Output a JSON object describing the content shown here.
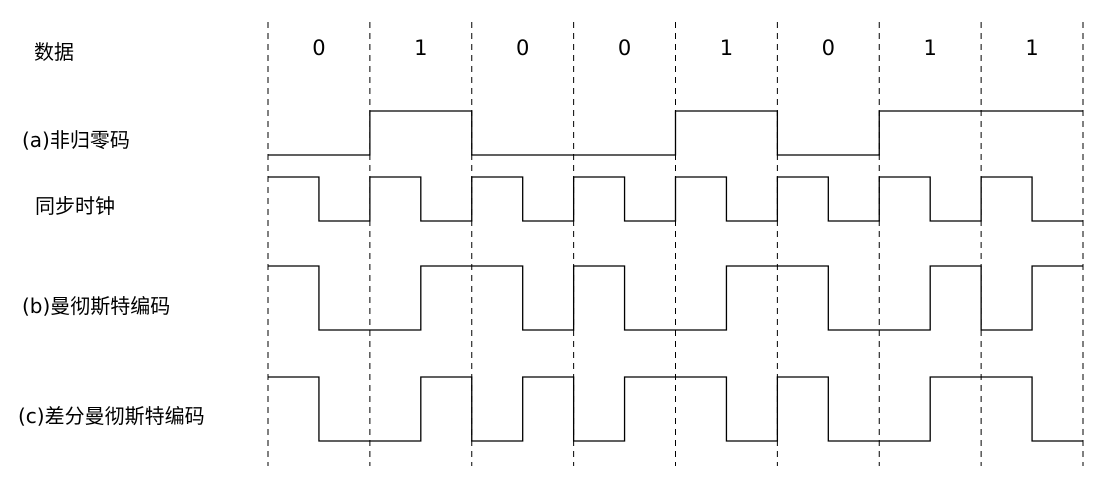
{
  "header_label": "数据",
  "data_bits": [
    "0",
    "1",
    "0",
    "0",
    "1",
    "0",
    "1",
    "1"
  ],
  "rows": [
    {
      "key": "nrz",
      "label": "(a)非归零码"
    },
    {
      "key": "clock",
      "label": "同步时钟"
    },
    {
      "key": "manchester",
      "label": "(b)曼彻斯特编码"
    },
    {
      "key": "diff_manchester",
      "label": "(c)差分曼彻斯特编码"
    }
  ],
  "colors": {
    "line": "#000000",
    "background": "#ffffff"
  }
}
